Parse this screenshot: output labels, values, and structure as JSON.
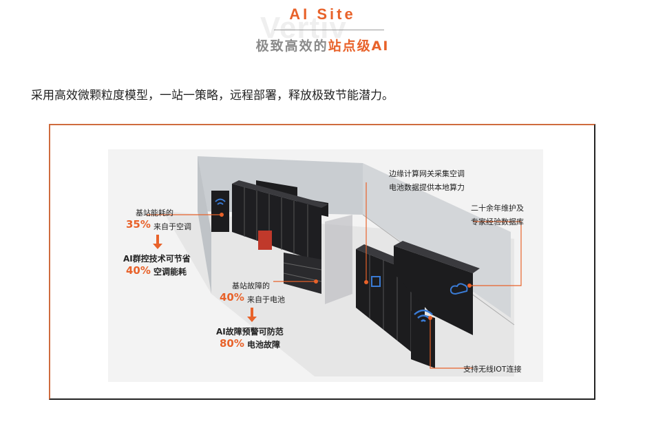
{
  "header": {
    "watermark": "Vertiv",
    "title_en": "AI Site",
    "title_zh_prefix": "极致高效的",
    "title_zh_highlight": "站点级AI"
  },
  "intro": "采用高效微颗粒度模型，一站一策略，远程部署，释放极致节能潜力。",
  "callouts": {
    "energy": {
      "line1": "基站能耗的",
      "pct": "35%",
      "suffix": "来自于空调",
      "line3": "AI群控技术可节省",
      "pct2": "40%",
      "suffix2": "空调能耗"
    },
    "fault": {
      "line1": "基站故障的",
      "pct": "40%",
      "suffix": "来自于电池",
      "line3": "AI故障预警可防范",
      "pct2": "80%",
      "suffix2": "电池故障"
    },
    "edge": {
      "line1": "边缘计算网关采集空调",
      "line2": "电池数据提供本地算力"
    },
    "db": {
      "line1": "二十余年维护及",
      "line2": "专家经验数据库"
    },
    "iot": "支持无线IOT连接"
  },
  "colors": {
    "accent": "#e8622a",
    "rack": "#1c1c1e",
    "room_wall": "#c8ccd0",
    "floor": "#e4e4e4"
  },
  "icons": [
    "wifi-icon",
    "cloud-icon",
    "gateway-icon",
    "arrow-down-icon"
  ]
}
